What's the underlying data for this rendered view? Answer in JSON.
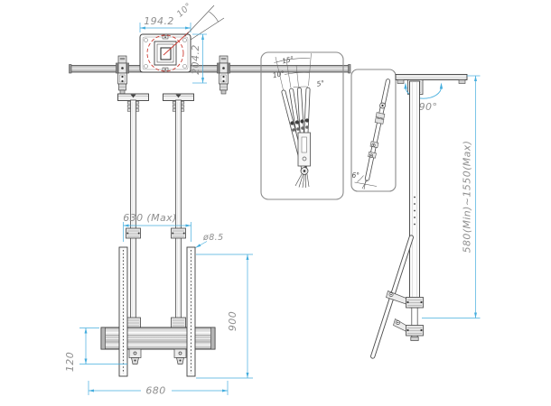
{
  "colors": {
    "dimension_blue": "#45aede",
    "line_dark": "#3f3f3f",
    "dim_text_gray": "#8f8f8f",
    "red_accent": "#cc3b32"
  },
  "front_view": {
    "plate_width": "194.2",
    "plate_angle": "10°",
    "plate_depth": "204.2",
    "pole_span_max": "630 (Max)",
    "hole_diameter": "ø8.5",
    "crossbar_offset": "120",
    "base_width": "680",
    "bracket_height": "900"
  },
  "tilt_inset": {
    "angle_labels": [
      "15°",
      "10°",
      "5°"
    ]
  },
  "profile_inset": {
    "angle_label": "6°"
  },
  "side_view": {
    "swivel_label": "90°",
    "height_range": "580(Min)~1550(Max)"
  }
}
